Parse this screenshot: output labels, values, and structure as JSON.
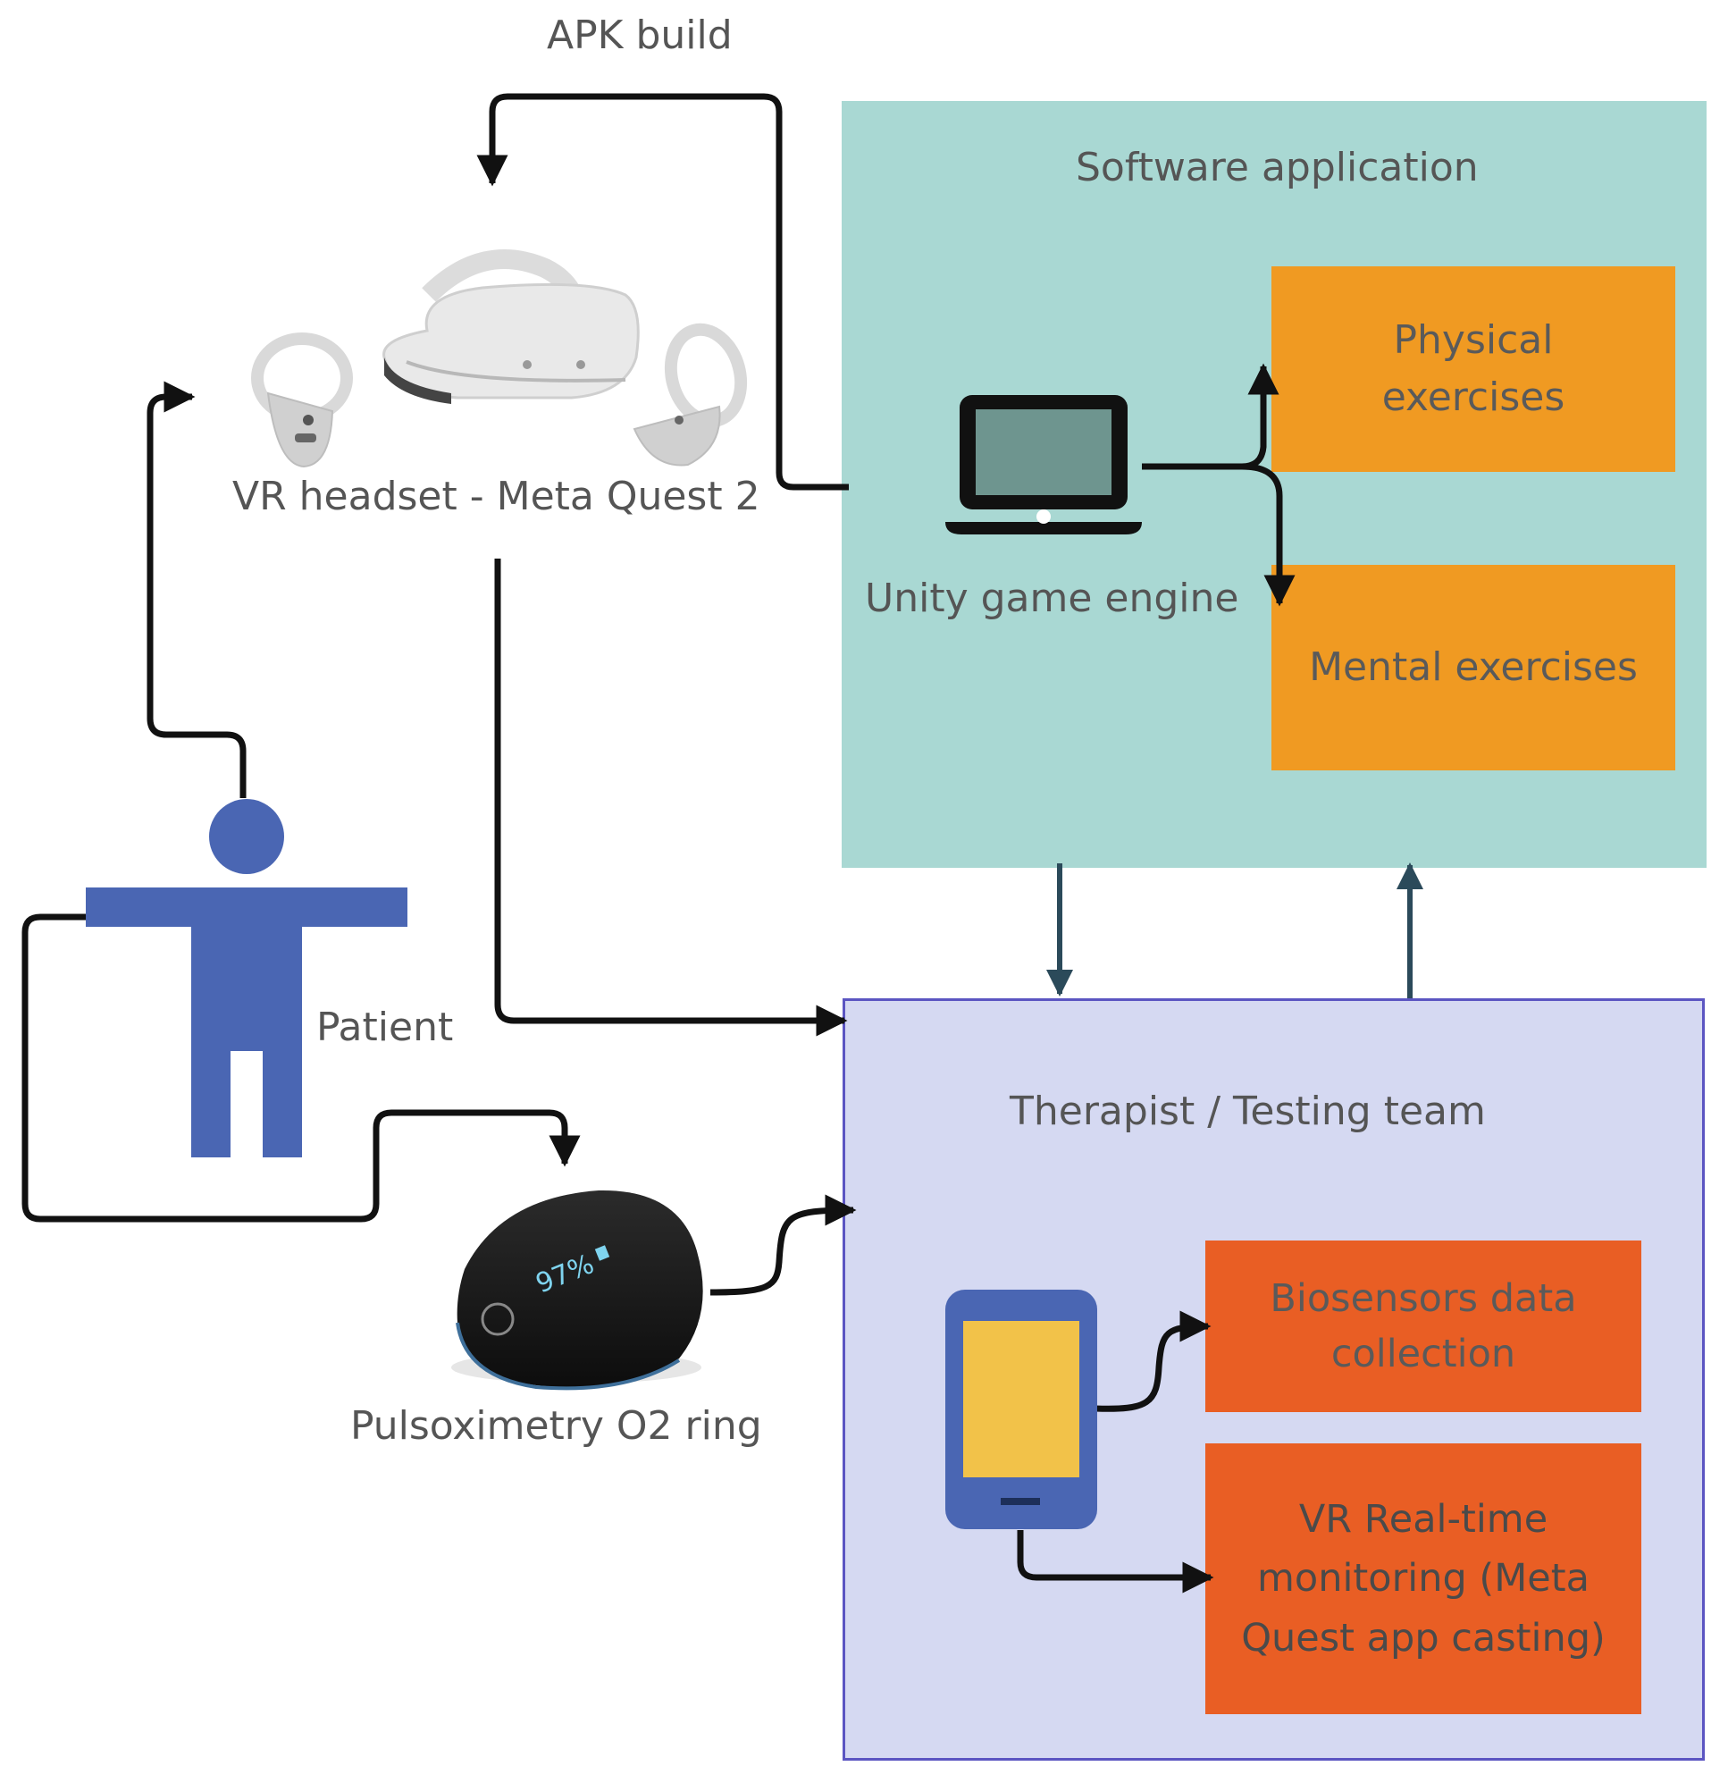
{
  "labels": {
    "apk_build": "APK build",
    "vr_headset": "VR headset - Meta Quest 2",
    "patient": "Patient",
    "pulsoximetry": "Pulsoximetry O2 ring",
    "unity": "Unity game engine",
    "ring_display": "97%"
  },
  "software_box": {
    "title": "Software application",
    "physical": "Physical\nexercises",
    "mental": "Mental exercises"
  },
  "therapist_box": {
    "title": "Therapist / Testing team",
    "biosensors": "Biosensors data\ncollection",
    "vr_monitoring": "VR Real-time\nmonitoring (Meta\nQuest app casting)"
  },
  "colors": {
    "software_bg": "#a9d8d3",
    "therapist_bg": "#d5d9f2",
    "therapist_border": "#5b55c2",
    "exercise_orange": "#f09a22",
    "task_orange": "#e95e24",
    "patient_blue": "#4a66b3",
    "phone_screen": "#f2c249",
    "connector_dark": "#2b4a5a"
  }
}
